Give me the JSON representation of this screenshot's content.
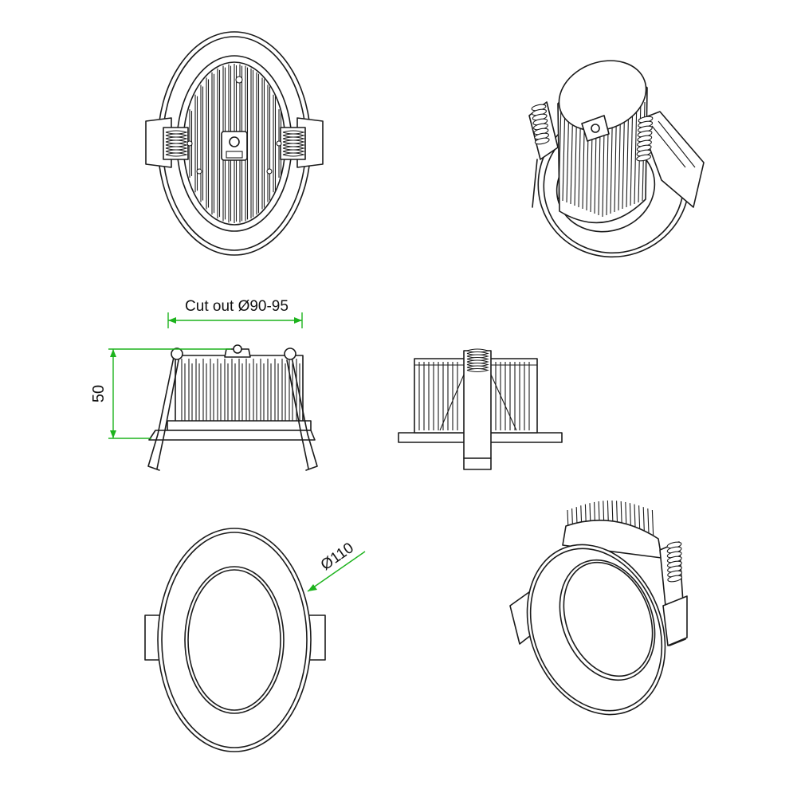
{
  "drawing": {
    "views": [
      "rear-view",
      "rear-isometric-view",
      "side-view",
      "side-view-rotated",
      "front-view",
      "front-isometric-view"
    ]
  },
  "dimensions": {
    "cutout_label": "Cut out Ø90-95",
    "height_label": "50",
    "diameter_label": "Ø110"
  },
  "colors": {
    "line": "#1a1a1a",
    "dimension": "#1db31d"
  }
}
